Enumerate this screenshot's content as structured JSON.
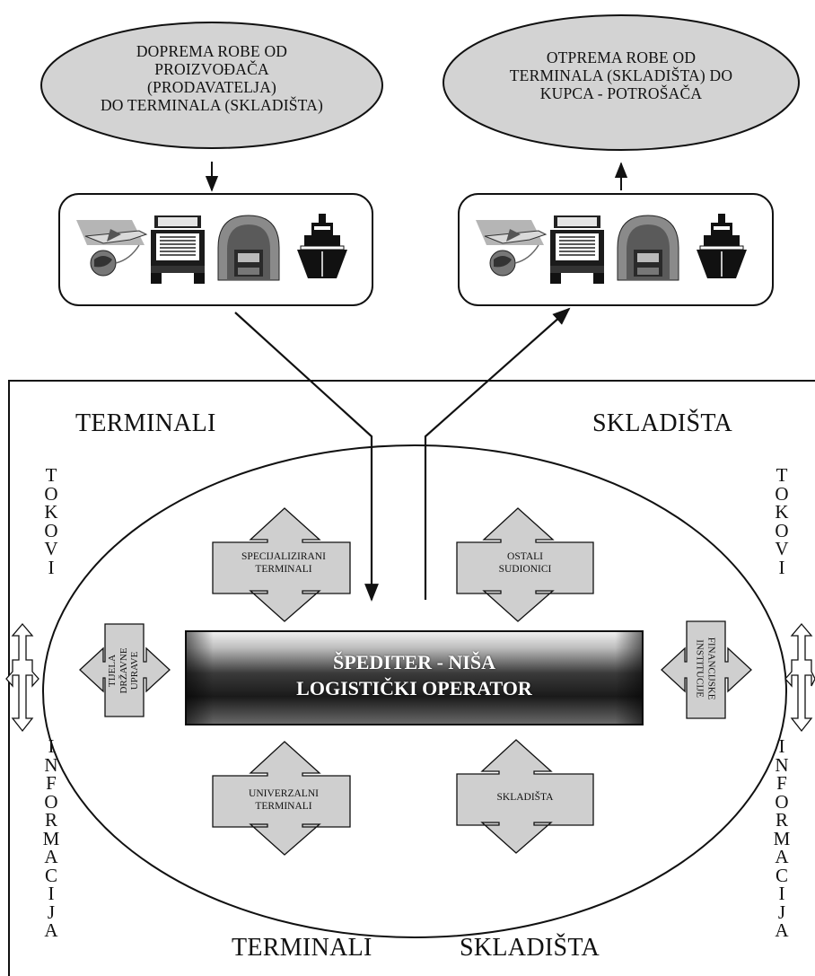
{
  "top_ellipses": {
    "left": "DOPREMA ROBE OD\nPROIZVOĐAČA\n(PRODAVATELJA)\nDO TERMINALA (SKLADIŠTA)",
    "right": "OTPREMA ROBE OD\nTERMINALA (SKLADIŠTA) DO\nKUPCA - POTROŠAČA"
  },
  "corners": {
    "top_left": "TERMINALI",
    "top_right": "SKLADIŠTA",
    "bottom_left": "TERMINALI",
    "bottom_right": "SKLADIŠTA"
  },
  "side_columns": {
    "left_top": [
      "T",
      "O",
      "K",
      "O",
      "V",
      "I"
    ],
    "left_bottom": [
      "I",
      "N",
      "F",
      "O",
      "R",
      "M",
      "A",
      "C",
      "I",
      "J",
      "A"
    ],
    "right_top": [
      "T",
      "O",
      "K",
      "O",
      "V",
      "I"
    ],
    "right_bottom": [
      "I",
      "N",
      "F",
      "O",
      "R",
      "M",
      "A",
      "C",
      "I",
      "J",
      "A"
    ]
  },
  "participants": {
    "specijalizirani": "SPECIJALIZIRANI\nTERMINALI",
    "ostali": "OSTALI\nSUDIONICI",
    "univerzalni": "UNIVERZALNI\nTERMINALI",
    "skladista": "SKLADIŠTA",
    "tijela": "TIJELA\nDRŽAVNE\nUPRAVE",
    "financijske": "FINANCIJSKE\nINSTITUCIJE"
  },
  "center": {
    "line1": "ŠPEDITER - NIŠA",
    "line2": "LOGISTIČKI OPERATOR"
  },
  "icons": [
    "airplane-icon",
    "truck-icon",
    "tunnel-icon",
    "ship-icon"
  ],
  "colors": {
    "ellipse_fill": "#d3d3d3",
    "arrow_fill": "#cfcfcf",
    "center_dark": "#1a1a1a",
    "center_light": "#f0f0f0"
  }
}
